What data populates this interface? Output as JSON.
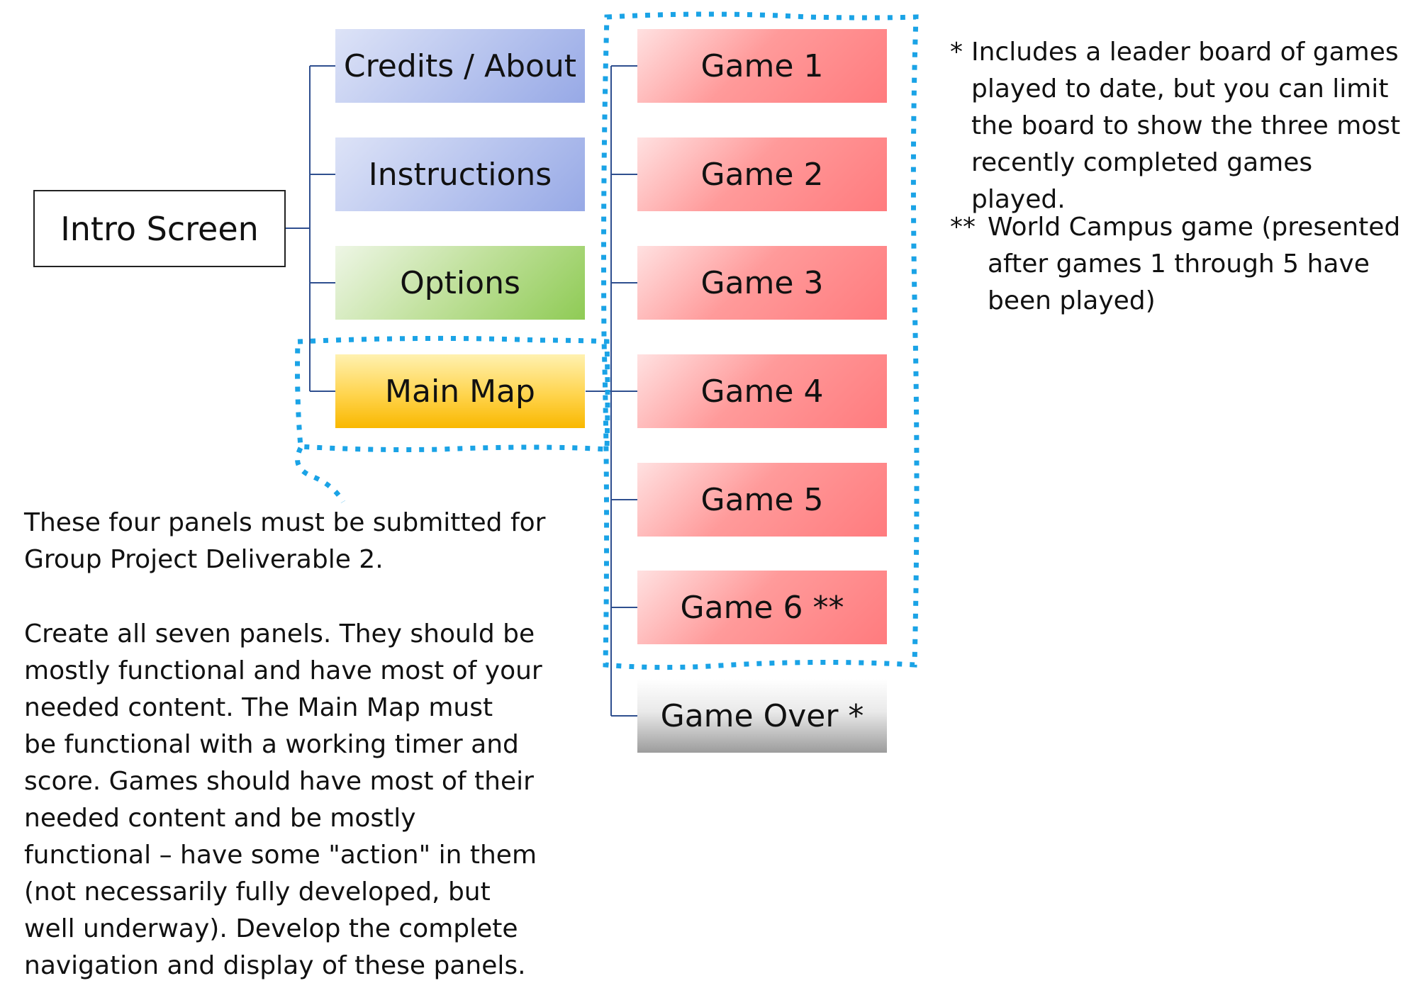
{
  "diagram": {
    "intro": "Intro Screen",
    "menu": [
      "Credits / About",
      "Instructions",
      "Options",
      "Main Map"
    ],
    "games": [
      "Game 1",
      "Game 2",
      "Game 3",
      "Game 4",
      "Game 5",
      "Game 6 **",
      "Game Over *"
    ]
  },
  "notes": {
    "star1_marker": "*",
    "star1_lines": [
      "Includes a leader board of games",
      "played to date, but you can limit",
      "the board to show the three most",
      "recently completed games played."
    ],
    "star2_marker": "**",
    "star2_lines": [
      "World Campus game (presented",
      "after games 1 through 5 have",
      "been played)"
    ],
    "deliverable_lines": [
      "These four panels must be submitted for",
      "Group Project Deliverable 2."
    ],
    "create_lines": [
      "Create all seven panels.  They should be",
      "mostly functional and have most of your",
      "needed content.  The Main Map must",
      "be functional with a working timer and",
      "score.  Games should have most of their",
      "needed content and be mostly",
      "functional – have some \"action\" in them",
      "(not necessarily fully developed, but",
      "well underway).  Develop the complete",
      "navigation and display of these panels."
    ]
  },
  "colors": {
    "connector": "#2f4f8f",
    "dotted_outline": "#1aa3e6"
  }
}
